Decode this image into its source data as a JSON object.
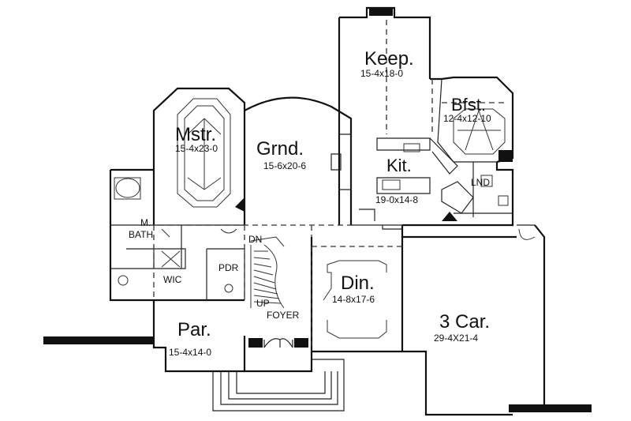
{
  "rooms": {
    "keep": {
      "name": "Keep.",
      "dim": "15-4x18-0"
    },
    "bfst": {
      "name": "Bfst.",
      "dim": "12-4x12-10"
    },
    "mstr": {
      "name": "Mstr.",
      "dim": "15-4x23-0"
    },
    "grnd": {
      "name": "Grnd.",
      "dim": "15-6x20-6"
    },
    "kit": {
      "name": "Kit.",
      "dim": "19-0x14-8"
    },
    "din": {
      "name": "Din.",
      "dim": "14-8x17-6"
    },
    "par": {
      "name": "Par.",
      "dim": "15-4x14-0"
    },
    "garage": {
      "name": "3 Car.",
      "dim": "29-4X21-4"
    }
  },
  "labels": {
    "mbath_line1": "M.",
    "mbath_line2": "BATH",
    "wic": "WIC",
    "pdr": "PDR",
    "lnd": "LND",
    "dn": "DN",
    "up": "UP",
    "foyer": "FOYER"
  }
}
